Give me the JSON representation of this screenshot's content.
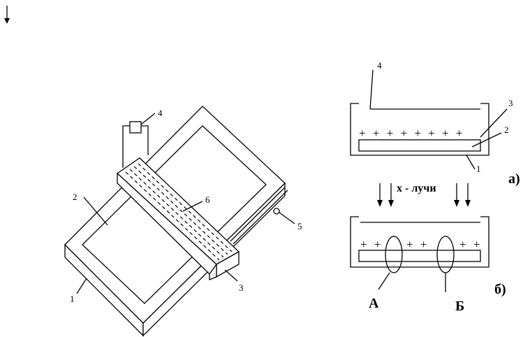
{
  "left_figure": {
    "callouts": {
      "n1": "1",
      "n2": "2",
      "n3": "3",
      "n4": "4",
      "n5": "5",
      "n6": "6"
    }
  },
  "right_top": {
    "callouts": {
      "n1": "1",
      "n2": "2",
      "n3": "3",
      "n4": "4"
    },
    "charges": "+ + + + + + + +",
    "caption": "а)"
  },
  "xray_label": "х - лучи",
  "right_bottom": {
    "charges_left": "+ +",
    "charges_mid": "+ +",
    "charges_right": "+ +",
    "region_a": "А",
    "region_b": "Б",
    "caption": "б)"
  }
}
